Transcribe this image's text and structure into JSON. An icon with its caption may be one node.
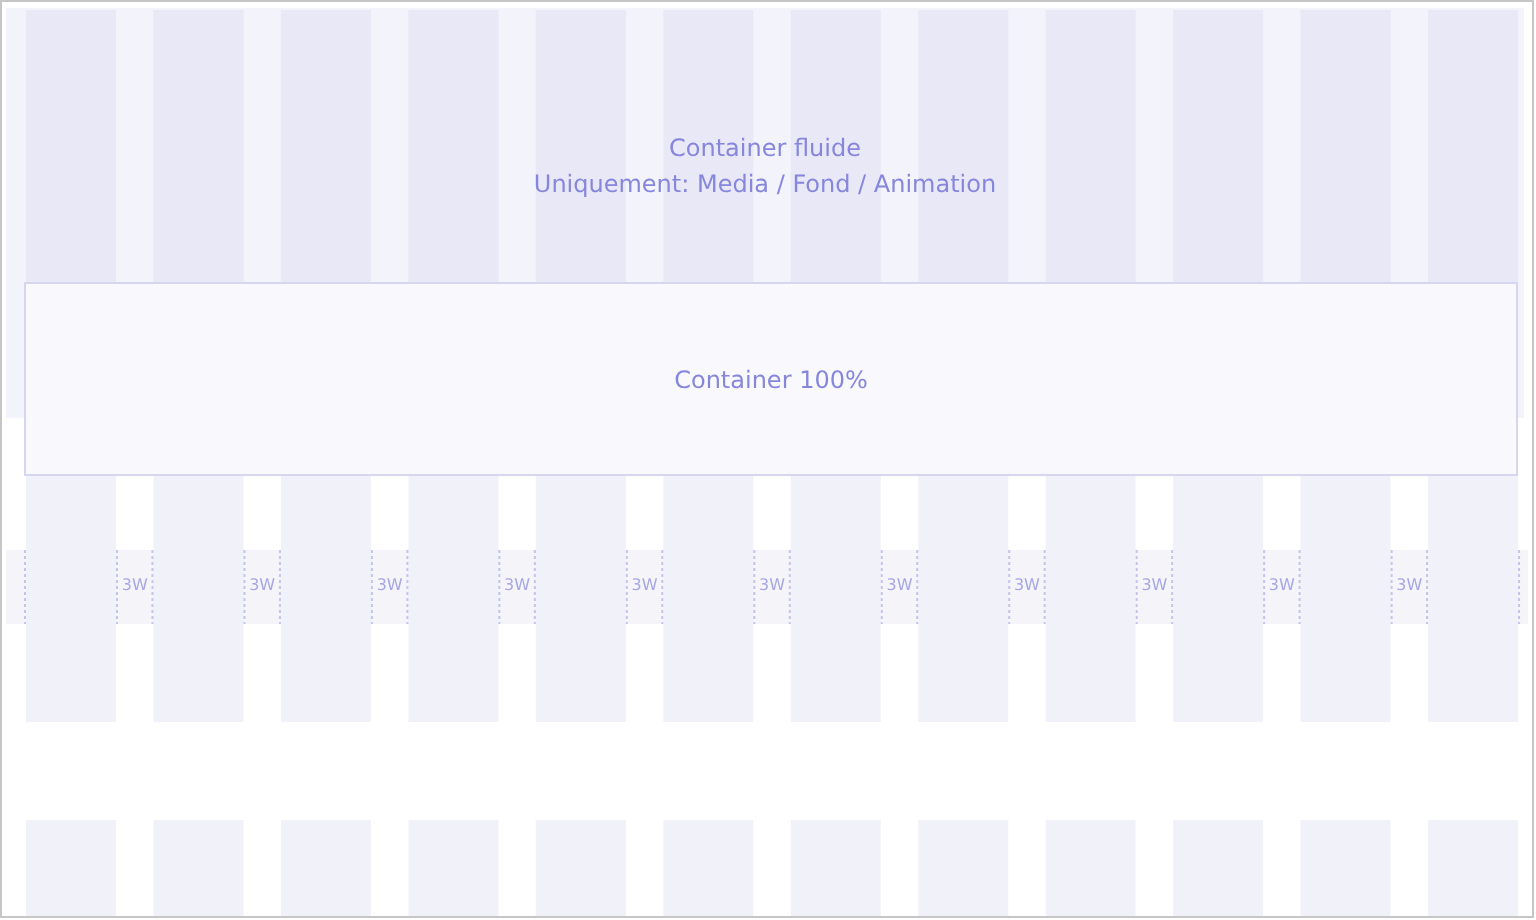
{
  "diagram": {
    "nodes": [
      {
        "text": [
          "Container fluide",
          "Uniquement: Media / Fond / Animation"
        ]
      },
      {
        "text": [
          "Container 100%"
        ]
      }
    ],
    "labels": [
      "3W",
      "3W",
      "3W",
      "3W",
      "3W",
      "3W",
      "3W",
      "3W",
      "3W",
      "3W",
      "3W"
    ]
  }
}
